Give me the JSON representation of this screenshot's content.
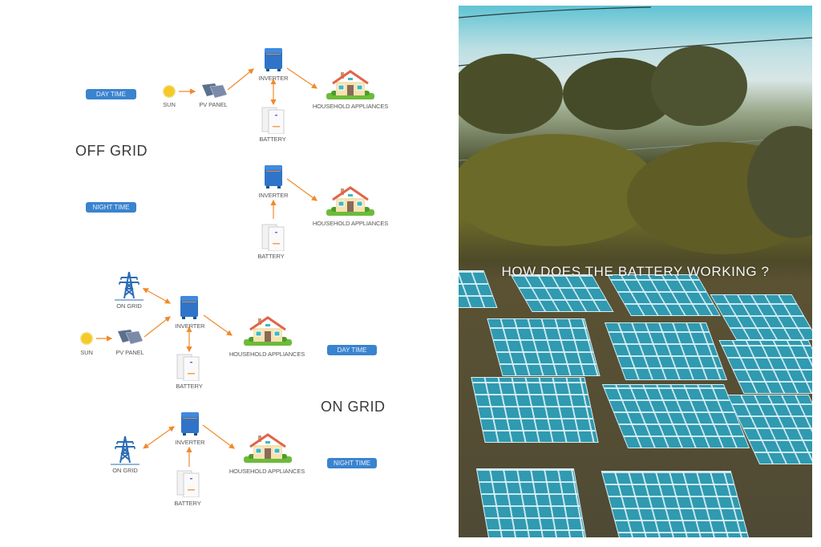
{
  "off_grid": {
    "title": "OFF GRID",
    "day": {
      "badge": "DAY TIME",
      "nodes": {
        "sun": "SUN",
        "pv_panel": "PV PANEL",
        "inverter": "INVERTER",
        "battery": "BATTERY",
        "household": "HOUSEHOLD APPLIANCES"
      }
    },
    "night": {
      "badge": "NIGHT TIME",
      "nodes": {
        "inverter": "INVERTER",
        "battery": "BATTERY",
        "household": "HOUSEHOLD APPLIANCES"
      }
    }
  },
  "on_grid": {
    "title": "ON GRID",
    "day": {
      "badge": "DAY TIME",
      "nodes": {
        "grid": "ON GRID",
        "sun": "SUN",
        "pv_panel": "PV PANEL",
        "inverter": "INVERTER",
        "battery": "BATTERY",
        "household": "HOUSEHOLD APPLIANCES"
      }
    },
    "night": {
      "badge": "NIGHT TIME",
      "nodes": {
        "grid": "ON GRID",
        "inverter": "INVERTER",
        "battery": "BATTERY",
        "household": "HOUSEHOLD APPLIANCES"
      }
    }
  },
  "photo": {
    "title": "HOW DOES THE BATTERY WORKING ?"
  },
  "colors": {
    "badge": "#3a83cf",
    "arrow": "#f08a2c",
    "inverter": "#2f74c8",
    "grid_tower": "#2a6db5",
    "heading": "#3a3a3a"
  }
}
